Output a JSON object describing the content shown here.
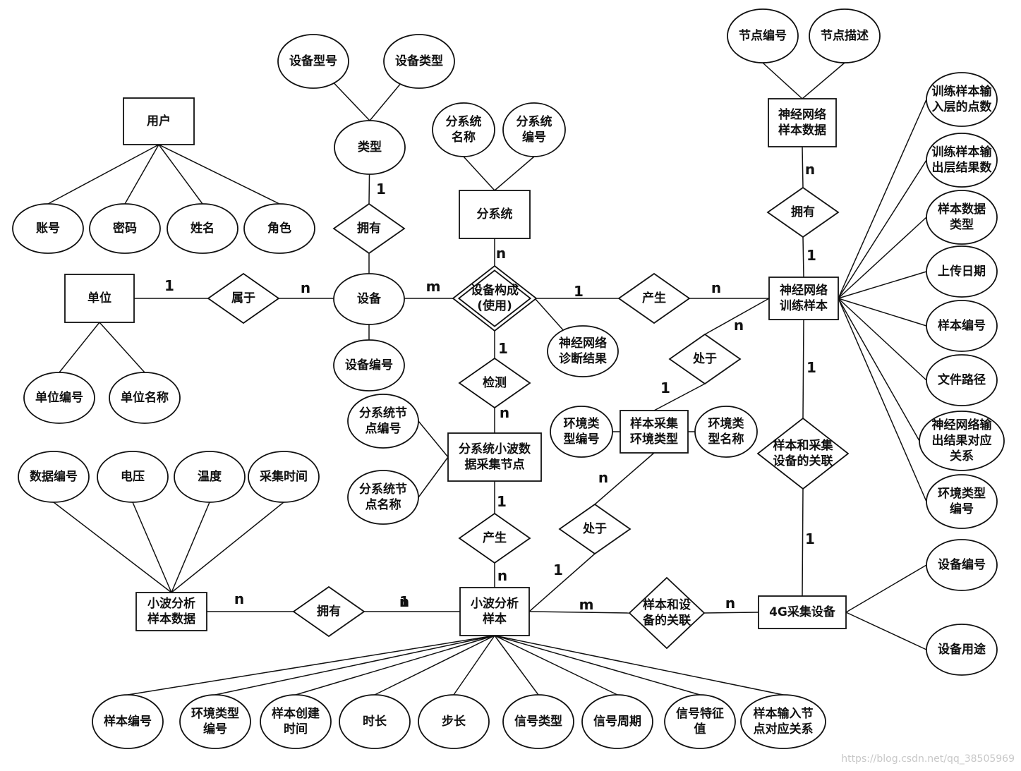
{
  "entities": [
    {
      "id": "user",
      "lines": [
        "用户"
      ]
    },
    {
      "id": "unit",
      "lines": [
        "单位"
      ]
    },
    {
      "id": "subsystem",
      "lines": [
        "分系统"
      ]
    },
    {
      "id": "nn-sample-data",
      "lines": [
        "神经网络",
        "样本数据"
      ]
    },
    {
      "id": "nn-training-sample",
      "lines": [
        "神经网络",
        "训练样本"
      ]
    },
    {
      "id": "sample-env-type",
      "lines": [
        "样本采集",
        "环境类型"
      ]
    },
    {
      "id": "wavelet-node",
      "lines": [
        "分系统小波数",
        "据采集节点"
      ]
    },
    {
      "id": "wavelet-sample-data",
      "lines": [
        "小波分析",
        "样本数据"
      ]
    },
    {
      "id": "wavelet-sample",
      "lines": [
        "小波分析",
        "样本"
      ]
    },
    {
      "id": "device-4g",
      "lines": [
        "4G采集设备"
      ]
    }
  ],
  "relationships": [
    {
      "id": "rel-own-type",
      "lines": [
        "拥有"
      ]
    },
    {
      "id": "rel-belong",
      "lines": [
        "属于"
      ]
    },
    {
      "id": "rel-compose",
      "lines": [
        "设备构成",
        "(使用)"
      ]
    },
    {
      "id": "rel-produce-nn",
      "lines": [
        "产生"
      ]
    },
    {
      "id": "rel-own-nn",
      "lines": [
        "拥有"
      ]
    },
    {
      "id": "rel-locate-env",
      "lines": [
        "处于"
      ]
    },
    {
      "id": "rel-detect",
      "lines": [
        "检测"
      ]
    },
    {
      "id": "rel-sample-collect",
      "lines": [
        "样本和采集",
        "设备的关联"
      ]
    },
    {
      "id": "rel-produce-wavelet",
      "lines": [
        "产生"
      ]
    },
    {
      "id": "rel-locate-wavelet",
      "lines": [
        "处于"
      ]
    },
    {
      "id": "rel-own-wavelet",
      "lines": [
        "拥有"
      ]
    },
    {
      "id": "rel-sample-device",
      "lines": [
        "样本和设",
        "备的关联"
      ]
    }
  ],
  "attributes": [
    {
      "id": "device-model",
      "lines": [
        "设备型号"
      ]
    },
    {
      "id": "device-type-attr",
      "lines": [
        "设备类型"
      ]
    },
    {
      "id": "type",
      "lines": [
        "类型"
      ]
    },
    {
      "id": "account",
      "lines": [
        "账号"
      ]
    },
    {
      "id": "password",
      "lines": [
        "密码"
      ]
    },
    {
      "id": "name",
      "lines": [
        "姓名"
      ]
    },
    {
      "id": "role",
      "lines": [
        "角色"
      ]
    },
    {
      "id": "subsystem-name",
      "lines": [
        "分系统",
        "名称"
      ]
    },
    {
      "id": "subsystem-id",
      "lines": [
        "分系统",
        "编号"
      ]
    },
    {
      "id": "device",
      "lines": [
        "设备"
      ]
    },
    {
      "id": "device-id",
      "lines": [
        "设备编号"
      ]
    },
    {
      "id": "nn-diagnosis",
      "lines": [
        "神经网络",
        "诊断结果"
      ]
    },
    {
      "id": "unit-id",
      "lines": [
        "单位编号"
      ]
    },
    {
      "id": "unit-name",
      "lines": [
        "单位名称"
      ]
    },
    {
      "id": "node-id",
      "lines": [
        "节点编号"
      ]
    },
    {
      "id": "node-desc",
      "lines": [
        "节点描述"
      ]
    },
    {
      "id": "input-points",
      "lines": [
        "训练样本输",
        "入层的点数"
      ]
    },
    {
      "id": "output-results",
      "lines": [
        "训练样本输",
        "出层结果数"
      ]
    },
    {
      "id": "sample-data-type",
      "lines": [
        "样本数据",
        "类型"
      ]
    },
    {
      "id": "upload-date",
      "lines": [
        "上传日期"
      ]
    },
    {
      "id": "nn-sample-id",
      "lines": [
        "样本编号"
      ]
    },
    {
      "id": "file-path",
      "lines": [
        "文件路径"
      ]
    },
    {
      "id": "nn-output-map",
      "lines": [
        "神经网络输",
        "出结果对应",
        "关系"
      ]
    },
    {
      "id": "nn-env-type-id",
      "lines": [
        "环境类型",
        "编号"
      ]
    },
    {
      "id": "env-type-id",
      "lines": [
        "环境类",
        "型编号"
      ]
    },
    {
      "id": "env-type-name",
      "lines": [
        "环境类",
        "型名称"
      ]
    },
    {
      "id": "node-id-sub",
      "lines": [
        "分系统节",
        "点编号"
      ]
    },
    {
      "id": "node-name-sub",
      "lines": [
        "分系统节",
        "点名称"
      ]
    },
    {
      "id": "data-id",
      "lines": [
        "数据编号"
      ]
    },
    {
      "id": "voltage",
      "lines": [
        "电压"
      ]
    },
    {
      "id": "temperature",
      "lines": [
        "温度"
      ]
    },
    {
      "id": "collect-time",
      "lines": [
        "采集时间"
      ]
    },
    {
      "id": "device-id-4g",
      "lines": [
        "设备编号"
      ]
    },
    {
      "id": "device-use",
      "lines": [
        "设备用途"
      ]
    },
    {
      "id": "ws-sample-id",
      "lines": [
        "样本编号"
      ]
    },
    {
      "id": "ws-env-type-id",
      "lines": [
        "环境类型",
        "编号"
      ]
    },
    {
      "id": "ws-create-time",
      "lines": [
        "样本创建",
        "时间"
      ]
    },
    {
      "id": "ws-duration",
      "lines": [
        "时长"
      ]
    },
    {
      "id": "ws-step",
      "lines": [
        "步长"
      ]
    },
    {
      "id": "ws-signal-type",
      "lines": [
        "信号类型"
      ]
    },
    {
      "id": "ws-signal-period",
      "lines": [
        "信号周期"
      ]
    },
    {
      "id": "ws-signal-feature",
      "lines": [
        "信号特征",
        "值"
      ]
    },
    {
      "id": "ws-input-map",
      "lines": [
        "样本输入节",
        "点对应关系"
      ]
    }
  ],
  "cardinalities": [
    {
      "id": "c1",
      "text": "1"
    },
    {
      "id": "c2",
      "text": "n"
    },
    {
      "id": "c3",
      "text": "1"
    },
    {
      "id": "c4",
      "text": "n"
    },
    {
      "id": "c5",
      "text": "m"
    },
    {
      "id": "c6",
      "text": "1"
    },
    {
      "id": "c7",
      "text": "n"
    },
    {
      "id": "c8",
      "text": "n"
    },
    {
      "id": "c9",
      "text": "1"
    },
    {
      "id": "c10",
      "text": "n"
    },
    {
      "id": "c11",
      "text": "1"
    },
    {
      "id": "c12",
      "text": "1"
    },
    {
      "id": "c13",
      "text": "n"
    },
    {
      "id": "c14",
      "text": "1"
    },
    {
      "id": "c15",
      "text": "n"
    },
    {
      "id": "c16",
      "text": "1"
    },
    {
      "id": "c17",
      "text": "n"
    },
    {
      "id": "c18",
      "text": "1"
    },
    {
      "id": "c19",
      "text": "n"
    },
    {
      "id": "c20",
      "text": "n"
    },
    {
      "id": "c21",
      "text": "1"
    },
    {
      "id": "c22",
      "text": "m"
    },
    {
      "id": "c23",
      "text": "n"
    },
    {
      "id": "c24",
      "text": "1"
    },
    {
      "id": "c25",
      "text": "n"
    }
  ],
  "watermark": "https://blog.csdn.net/qq_38505969"
}
